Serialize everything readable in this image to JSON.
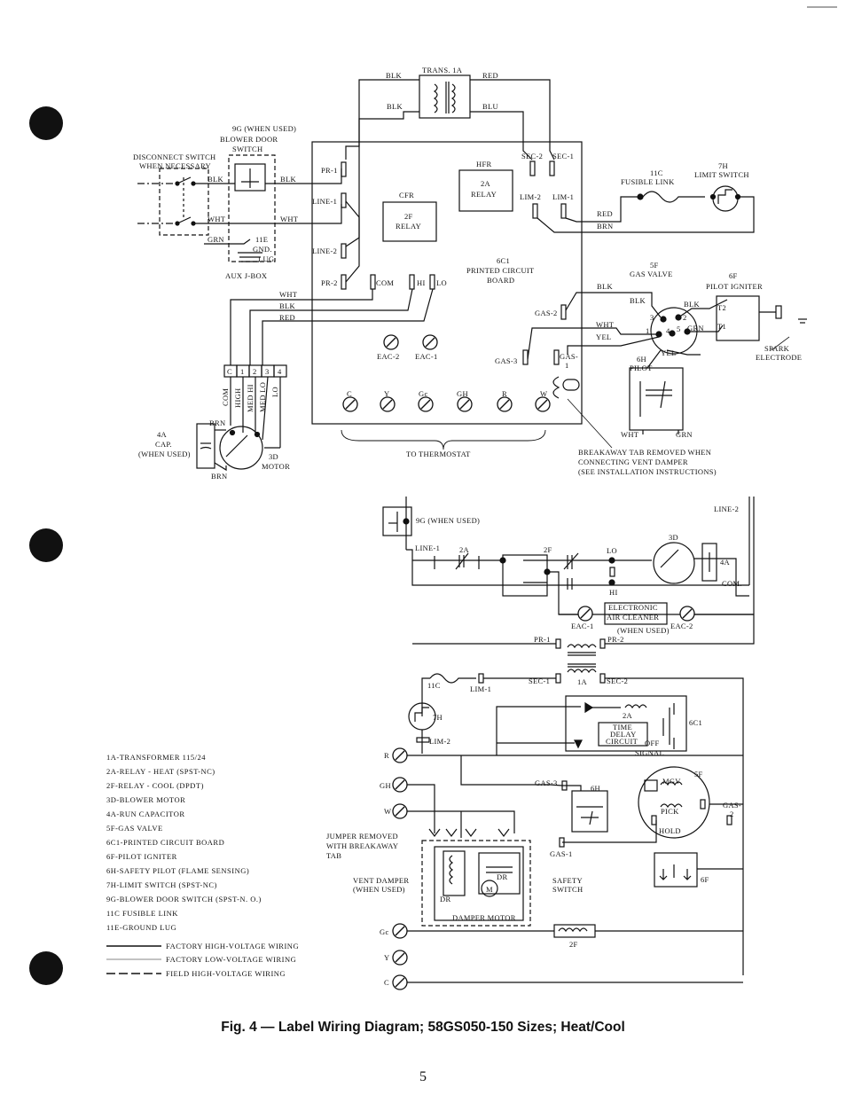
{
  "caption": "Fig. 4 — Label Wiring Diagram; 58GS050-150 Sizes; Heat/Cool",
  "page_number": "5",
  "labels": {
    "trans": "TRANS. 1A",
    "blk": "BLK",
    "red": "RED",
    "blu": "BLU",
    "wht": "WHT",
    "grn": "GRN",
    "brn": "BRN",
    "yel": "YEL",
    "sec2": "SEC-2",
    "sec1": "SEC-1",
    "hfr": "HFR",
    "relay2a": "2A",
    "relay_word": "RELAY",
    "lim2": "LIM-2",
    "lim1": "LIM-1",
    "cfr": "CFR",
    "relay2f": "2F",
    "pr1": "PR-1",
    "pr2": "PR-2",
    "line1": "LINE-1",
    "line2": "LINE-2",
    "com": "COM",
    "hi": "HI",
    "lo": "LO",
    "pcb": "6C1",
    "pcb_l1": "PRINTED CIRCUIT",
    "pcb_l2": "BOARD",
    "eac2": "EAC-2",
    "eac1": "EAC-1",
    "gas2": "GAS-2",
    "gas3": "GAS-3",
    "gas1": "GAS-",
    "gas1b": "1",
    "c": "C",
    "y": "Y",
    "gc": "Gc",
    "gh": "GH",
    "r": "R",
    "w": "W",
    "to_thermostat": "TO THERMOSTAT",
    "blower_door_l1": "9G (WHEN USED)",
    "blower_door_l2": "BLOWER DOOR",
    "blower_door_l3": "SWITCH",
    "disconnect_l1": "DISCONNECT SWITCH",
    "disconnect_l2": "WHEN NECESSARY",
    "gnd_l1": "11E",
    "gnd_l2": "GND.",
    "gnd_l3": "LUG",
    "auxjbox": "AUX J-BOX",
    "fusible_l1": "11C",
    "fusible_l2": "FUSIBLE LINK",
    "limit_l1": "7H",
    "limit_l2": "LIMIT SWITCH",
    "gasvalve_l1": "5F",
    "gasvalve_l2": "GAS VALVE",
    "igniter_l1": "6F",
    "igniter_l2": "PILOT IGNITER",
    "t2": "T2",
    "t1": "T1",
    "spark_l1": "SPARK",
    "spark_l2": "ELECTRODE",
    "pilot_l1": "6H",
    "pilot_l2": "PILOT",
    "breakaway_l1": "BREAKAWAY TAB REMOVED WHEN",
    "breakaway_l2": "CONNECTING VENT DAMPER",
    "breakaway_l3": "(SEE INSTALLATION INSTRUCTIONS)",
    "cap_l1": "4A",
    "cap_l2": "CAP.",
    "cap_l3": "(WHEN USED)",
    "motor_l1": "3D",
    "motor_l2": "MOTOR",
    "term_c": "C",
    "term_1": "1",
    "term_2": "2",
    "term_3": "3",
    "term_4": "4",
    "mw_com": "COM",
    "mw_high": "HIGH",
    "mw_medhi": "MED HI",
    "mw_medlo": "MED LO",
    "mw_lo": "LO",
    "s_9g": "9G (WHEN USED)",
    "s_line1": "LINE-1",
    "s_line2": "LINE-2",
    "s_2a": "2A",
    "s_2f": "2F",
    "s_lo": "LO",
    "s_hi": "HI",
    "s_3d": "3D",
    "s_4a": "4A",
    "s_com": "COM.",
    "s_eac_l1": "ELECTRONIC",
    "s_eac_l2": "AIR CLEANER",
    "s_eac_l3": "(WHEN USED)",
    "s_eac1": "EAC-1",
    "s_eac2": "EAC-2",
    "s_pr1": "PR-1",
    "s_pr2": "PR-2",
    "s_11c": "11C",
    "s_lim1": "LIM-1",
    "s_sec1": "SEC-1",
    "s_1a": "1A",
    "s_sec2": "SEC-2",
    "s_7h": "7H",
    "s_lim2": "LIM-2",
    "s_r": "R",
    "s_gh": "GH",
    "s_w": "W",
    "s_gc": "Gc",
    "s_y": "Y",
    "s_c": "C",
    "s_2a_b": "2A",
    "s_time_l1": "TIME",
    "s_time_l2": "DELAY",
    "s_time_l3": "CIRCUIT",
    "s_off": "OFF",
    "s_signal": "SIGNAL",
    "s_6c1": "6C1",
    "s_gas3": "GAS-3",
    "s_6h": "6H",
    "s_5f": "5F",
    "s_mgv": "MGV",
    "s_pick": "PICK",
    "s_hold": "HOLD",
    "s_gas2": "GAS-",
    "s_gas2b": "2",
    "s_gas1": "GAS-1",
    "s_6f": "6F",
    "s_jumper_l1": "JUMPER REMOVED",
    "s_jumper_l2": "WITH BREAKAWAY",
    "s_jumper_l3": "TAB",
    "s_vent_l1": "VENT DAMPER",
    "s_vent_l2": "(WHEN USED)",
    "s_dr": "DR",
    "s_m": "M",
    "s_safety_l1": "SAFETY",
    "s_safety_l2": "SWITCH",
    "s_damper_motor": "DAMPER MOTOR",
    "s_2f_b": "2F",
    "n5": "5",
    "n4": "4",
    "n3": "3",
    "n2": "2",
    "n1": "1"
  },
  "legend_items": [
    "1A-TRANSFORMER 115/24",
    "2A-RELAY - HEAT (SPST-NC)",
    "2F-RELAY - COOL (DPDT)",
    "3D-BLOWER MOTOR",
    "4A-RUN CAPACITOR",
    "5F-GAS VALVE",
    "6C1-PRINTED CIRCUIT BOARD",
    "6F-PILOT IGNITER",
    "6H-SAFETY PILOT (FLAME SENSING)",
    "7H-LIMIT SWITCH (SPST-NC)",
    "9G-BLOWER DOOR SWITCH (SPST-N. O.)",
    "11C FUSIBLE LINK",
    "11E-GROUND LUG"
  ],
  "wiring_legend": [
    "FACTORY HIGH-VOLTAGE WIRING",
    "FACTORY LOW-VOLTAGE WIRING",
    "FIELD HIGH-VOLTAGE WIRING"
  ]
}
